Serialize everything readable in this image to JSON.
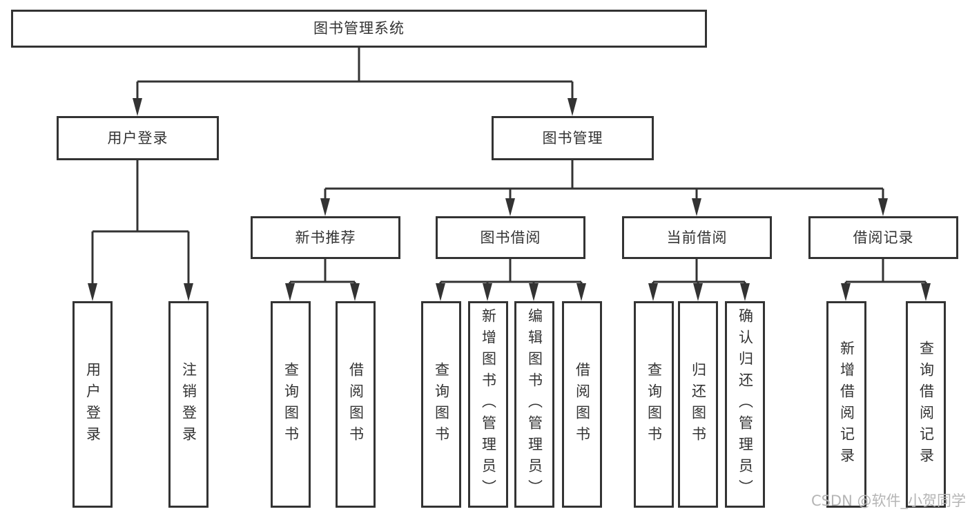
{
  "diagram": {
    "root": {
      "label": "图书管理系统"
    },
    "level2": [
      {
        "label": "用户登录",
        "children": [
          {
            "label": "用户登录"
          },
          {
            "label": "注销登录"
          }
        ]
      },
      {
        "label": "图书管理",
        "children": [
          {
            "label": "新书推荐",
            "children": [
              {
                "label": "查询图书"
              },
              {
                "label": "借阅图书"
              }
            ]
          },
          {
            "label": "图书借阅",
            "children": [
              {
                "label": "查询图书"
              },
              {
                "label": "新增图书（管理员）"
              },
              {
                "label": "编辑图书（管理员）"
              },
              {
                "label": "借阅图书"
              }
            ]
          },
          {
            "label": "当前借阅",
            "children": [
              {
                "label": "查询图书"
              },
              {
                "label": "归还图书"
              },
              {
                "label": "确认归还（管理员）"
              }
            ]
          },
          {
            "label": "借阅记录",
            "children": [
              {
                "label": "新增借阅记录"
              },
              {
                "label": "查询借阅记录"
              }
            ]
          }
        ]
      }
    ]
  },
  "watermark": {
    "label": "CSDN @软件_小贺同学"
  },
  "colors": {
    "line": "#333333",
    "text": "#333333",
    "watermark": "#b5b5b5",
    "background": "#ffffff"
  }
}
